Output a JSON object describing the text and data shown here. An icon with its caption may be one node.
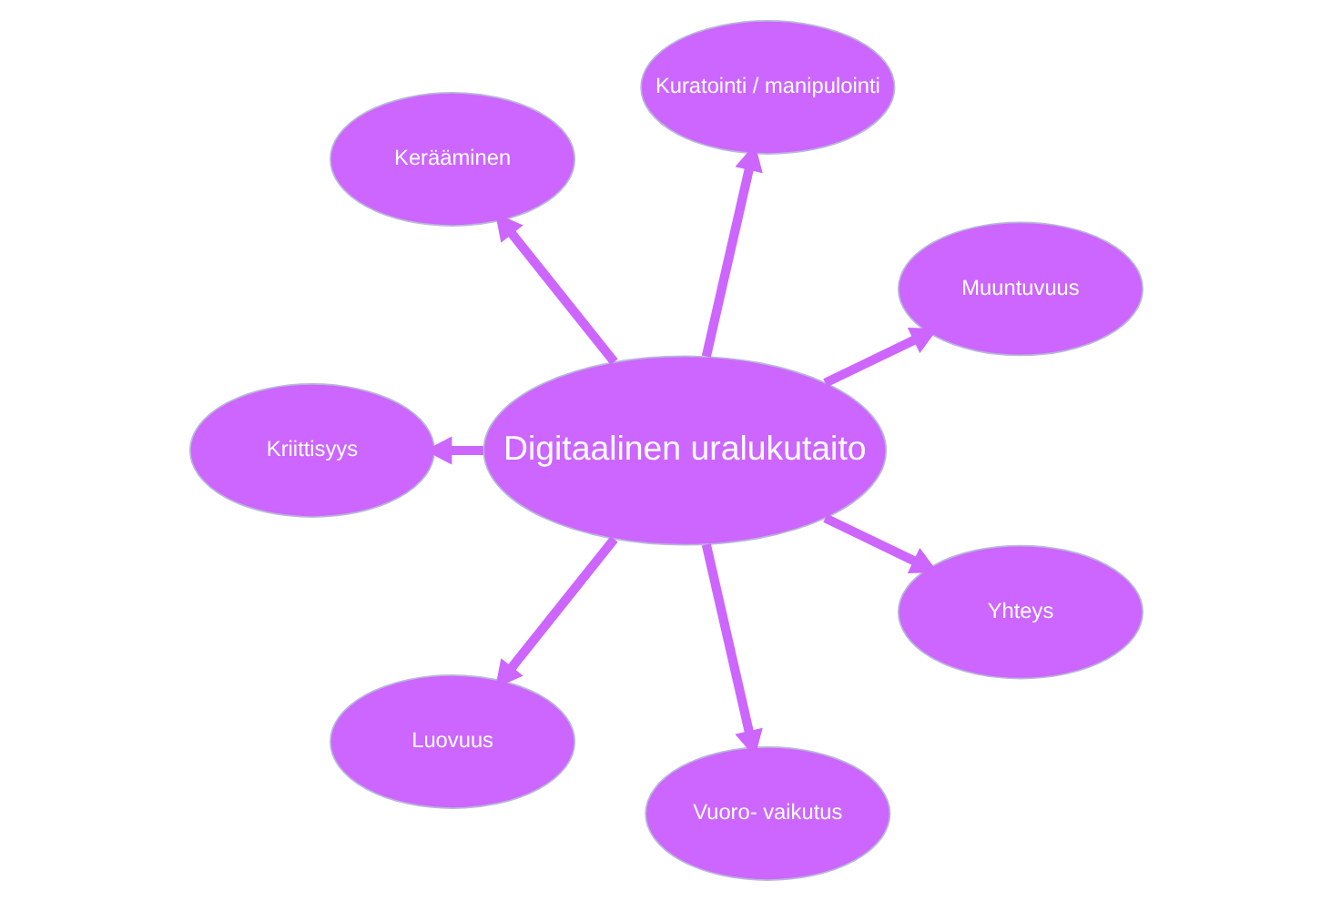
{
  "diagram": {
    "nodes": [
      {
        "text": [
          "Digitaalinen uralukutaito"
        ]
      },
      {
        "text": [
          "Muuntuvuus"
        ]
      },
      {
        "text": [
          "Kuratointi / manipulointi"
        ]
      },
      {
        "text": [
          "Kerääminen"
        ]
      },
      {
        "text": [
          "Kriittisyys"
        ]
      },
      {
        "text": [
          "Luovuus"
        ]
      },
      {
        "text": [
          "Vuoro- vaikutus"
        ]
      },
      {
        "text": [
          "Yhteys"
        ]
      }
    ],
    "edges": [
      {
        "from": 0,
        "to": 1,
        "arrow": "to"
      },
      {
        "from": 0,
        "to": 3,
        "arrow": "to"
      },
      {
        "from": 0,
        "to": 4,
        "arrow": "to"
      },
      {
        "from": 0,
        "to": 7,
        "arrow": "to"
      },
      {
        "from": 0,
        "to": 6,
        "arrow": "to"
      },
      {
        "from": 0,
        "to": 5,
        "arrow": "to"
      },
      {
        "from": 0,
        "to": 2,
        "arrow": "to"
      }
    ]
  }
}
